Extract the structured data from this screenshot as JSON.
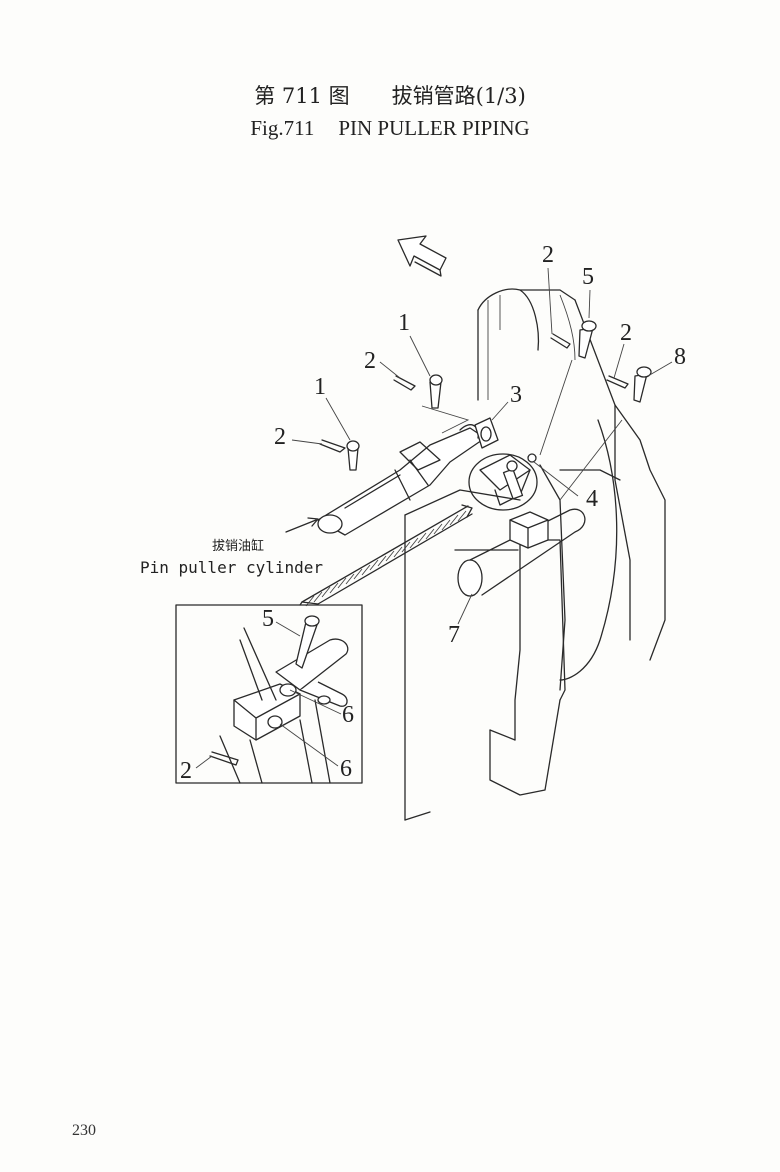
{
  "header": {
    "title_cn_fig": "第 711 图",
    "title_cn_name": "拔销管路(1/3)",
    "title_en_fig": "Fig.711",
    "title_en_name": "PIN PULLER PIPING"
  },
  "labels": {
    "cylinder_cn": "拔销油缸",
    "cylinder_en": "Pin puller cylinder"
  },
  "callouts": {
    "top_2": "2",
    "top_5": "5",
    "right_2": "2",
    "right_8": "8",
    "mid_1": "1",
    "mid_2": "2",
    "left_1": "1",
    "left_3": "3",
    "left_2": "2",
    "item_4": "4",
    "item_7": "7",
    "inset_5": "5",
    "inset_6a": "6",
    "inset_6b": "6",
    "inset_2": "2"
  },
  "footer": {
    "page_number": "230"
  }
}
